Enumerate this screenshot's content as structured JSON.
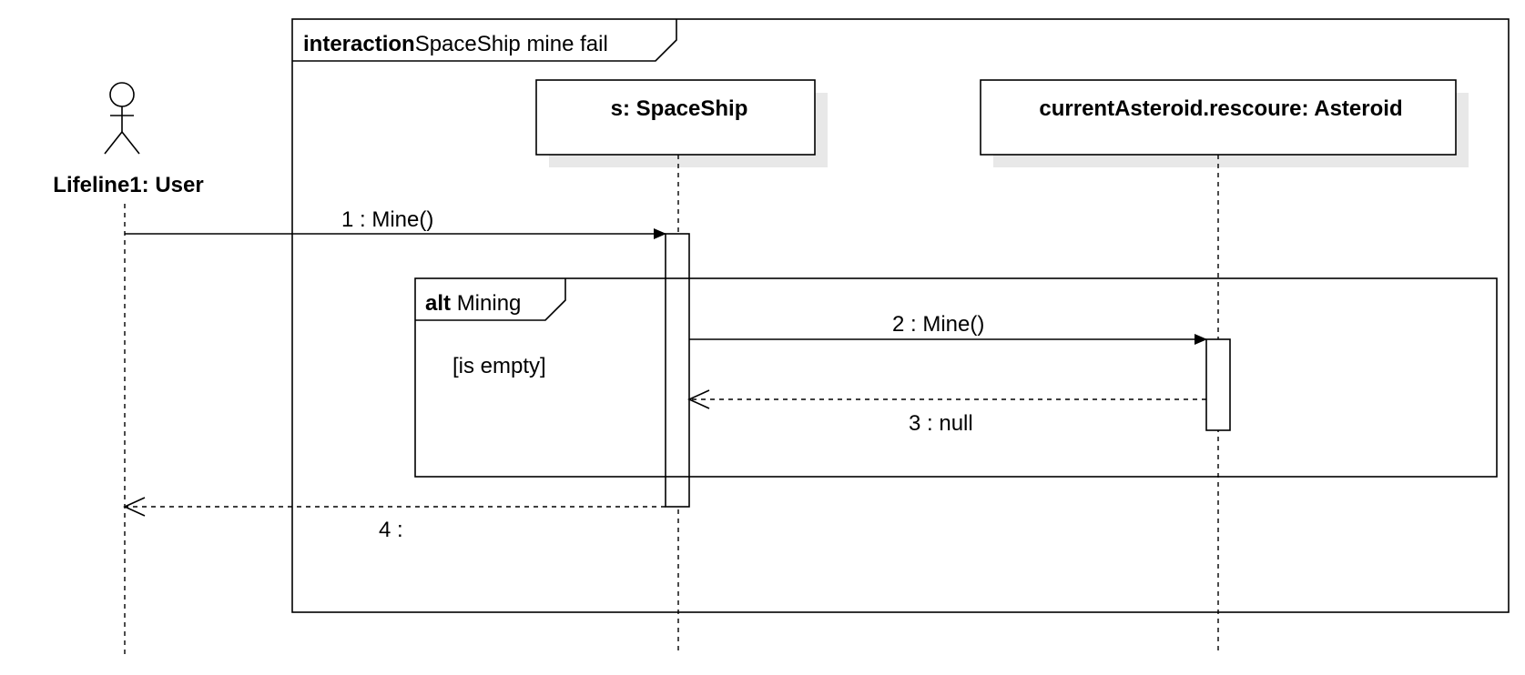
{
  "frame": {
    "keyword": "interaction",
    "name": "SpaceShip mine fail"
  },
  "actor": {
    "label": "Lifeline1: User"
  },
  "lifelines": [
    {
      "label": "s: SpaceShip"
    },
    {
      "label": "currentAsteroid.rescoure: Asteroid"
    }
  ],
  "messages": [
    {
      "label": "1 : Mine()",
      "kind": "synchronous"
    },
    {
      "label": "2 : Mine()",
      "kind": "synchronous"
    },
    {
      "label": "3 : null",
      "kind": "reply"
    },
    {
      "label": "4 :",
      "kind": "reply"
    }
  ],
  "fragment": {
    "operator": "alt",
    "name": "Mining",
    "guard": "[is empty]"
  }
}
